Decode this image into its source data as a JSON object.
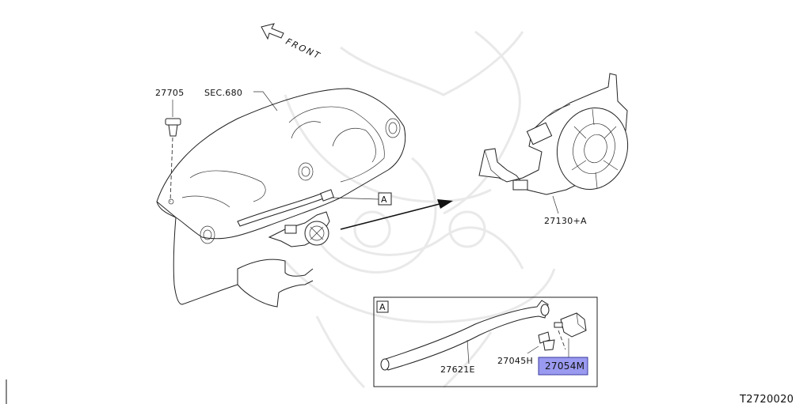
{
  "labels": {
    "front": "FRONT",
    "p27705": "27705",
    "sec680": "SEC.680",
    "callout_a": "A",
    "p27130": "27130+A",
    "detail_a": "A",
    "p27621e": "27621E",
    "p27045h": "27045H",
    "p27054m": "27054M",
    "diagram_id": "T2720020"
  },
  "colors": {
    "highlight_fill": "#9a9af0",
    "highlight_stroke": "#3a3aa0",
    "watermark": "#e9e9e9",
    "line": "#222222"
  }
}
